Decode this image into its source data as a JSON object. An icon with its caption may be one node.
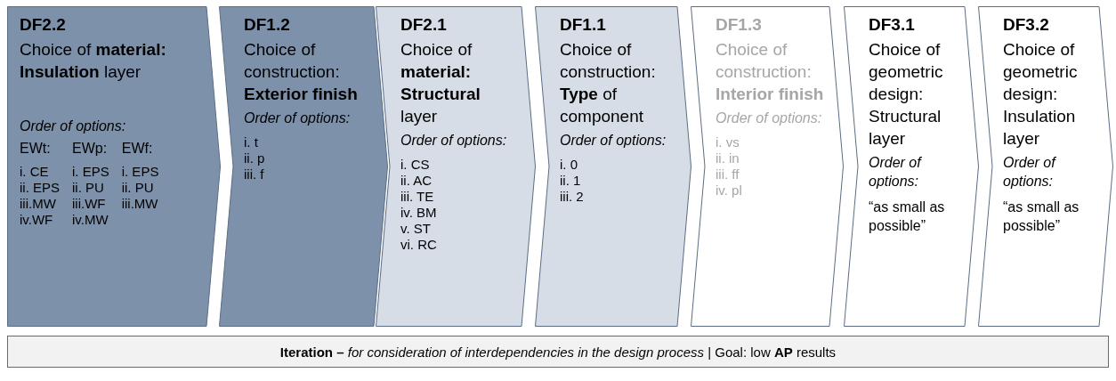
{
  "diagram": {
    "nodes": [
      {
        "text": [
          "DF2.2",
          "Choice of **material: Insulation** layer",
          "Order of options:",
          "EWt:",
          "i. CE",
          "ii. EPS",
          "iii.MW",
          "iv.WF",
          "EWp:",
          "i. EPS",
          "ii. PU",
          "iii.WF",
          "iv.MW",
          "EWf:",
          "i. EPS",
          "ii. PU",
          "iii.MW"
        ]
      },
      {
        "text": [
          "DF1.2",
          "Choice of construction: **Exterior finish**",
          "Order of options:",
          "i. t",
          "ii. p",
          "iii. f"
        ]
      },
      {
        "text": [
          "DF2.1",
          "Choice of **material: Structural** layer",
          "Order of options:",
          "i. CS",
          "ii. AC",
          "iii. TE",
          "iv. BM",
          "v. ST",
          "vi. RC"
        ]
      },
      {
        "text": [
          "DF1.1",
          "Choice of construction: **Type** of component",
          "Order of options:",
          "i. 0",
          "ii. 1",
          "iii. 2"
        ]
      },
      {
        "text": [
          "DF1.3",
          "Choice of construction: **Interior finish**",
          "Order of options:",
          "i. vs",
          "ii. in",
          "iii. ff",
          "iv. pl"
        ]
      },
      {
        "text": [
          "DF3.1",
          "Choice of geometric design: Structural layer",
          "Order of options:",
          "“as small as possible”"
        ]
      },
      {
        "text": [
          "DF3.2",
          "Choice of geometric design: Insulation layer",
          "Order of options:",
          "“as small as possible”"
        ]
      },
      {
        "text": [
          "**Iteration –** *for consideration of interdependencies in the design process* | Goal: low **AP** results"
        ]
      }
    ],
    "edges": []
  }
}
